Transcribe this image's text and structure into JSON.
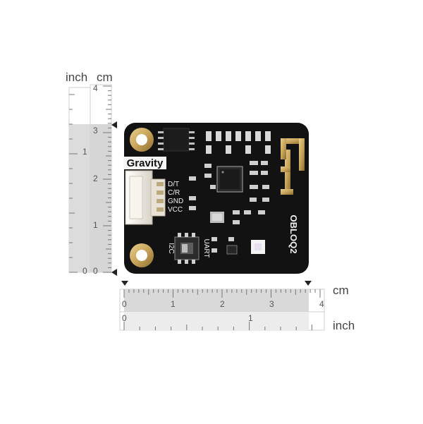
{
  "units": {
    "inch_left": "inch",
    "cm_left": "cm",
    "cm_bottom": "cm",
    "inch_bottom": "inch"
  },
  "rulers": {
    "left_cm_labels": [
      "4",
      "3",
      "2",
      "1",
      "0"
    ],
    "left_inch_labels": [
      "1",
      "0"
    ],
    "bottom_cm_labels": [
      "0",
      "1",
      "2",
      "3",
      "4"
    ],
    "bottom_inch_labels": [
      "0",
      "1"
    ]
  },
  "board": {
    "brand_label": "Gravity",
    "pin_labels": [
      "D/T",
      "C/R",
      "GND",
      "VCC"
    ],
    "switch_left_label": "I2C",
    "switch_right_label": "UART",
    "module_name": "OBLOQ2",
    "colors": {
      "pcb": "#111111",
      "gold": "#c9a45a",
      "connector": "#e9e4da",
      "silkscreen": "#f2f2f2"
    }
  }
}
